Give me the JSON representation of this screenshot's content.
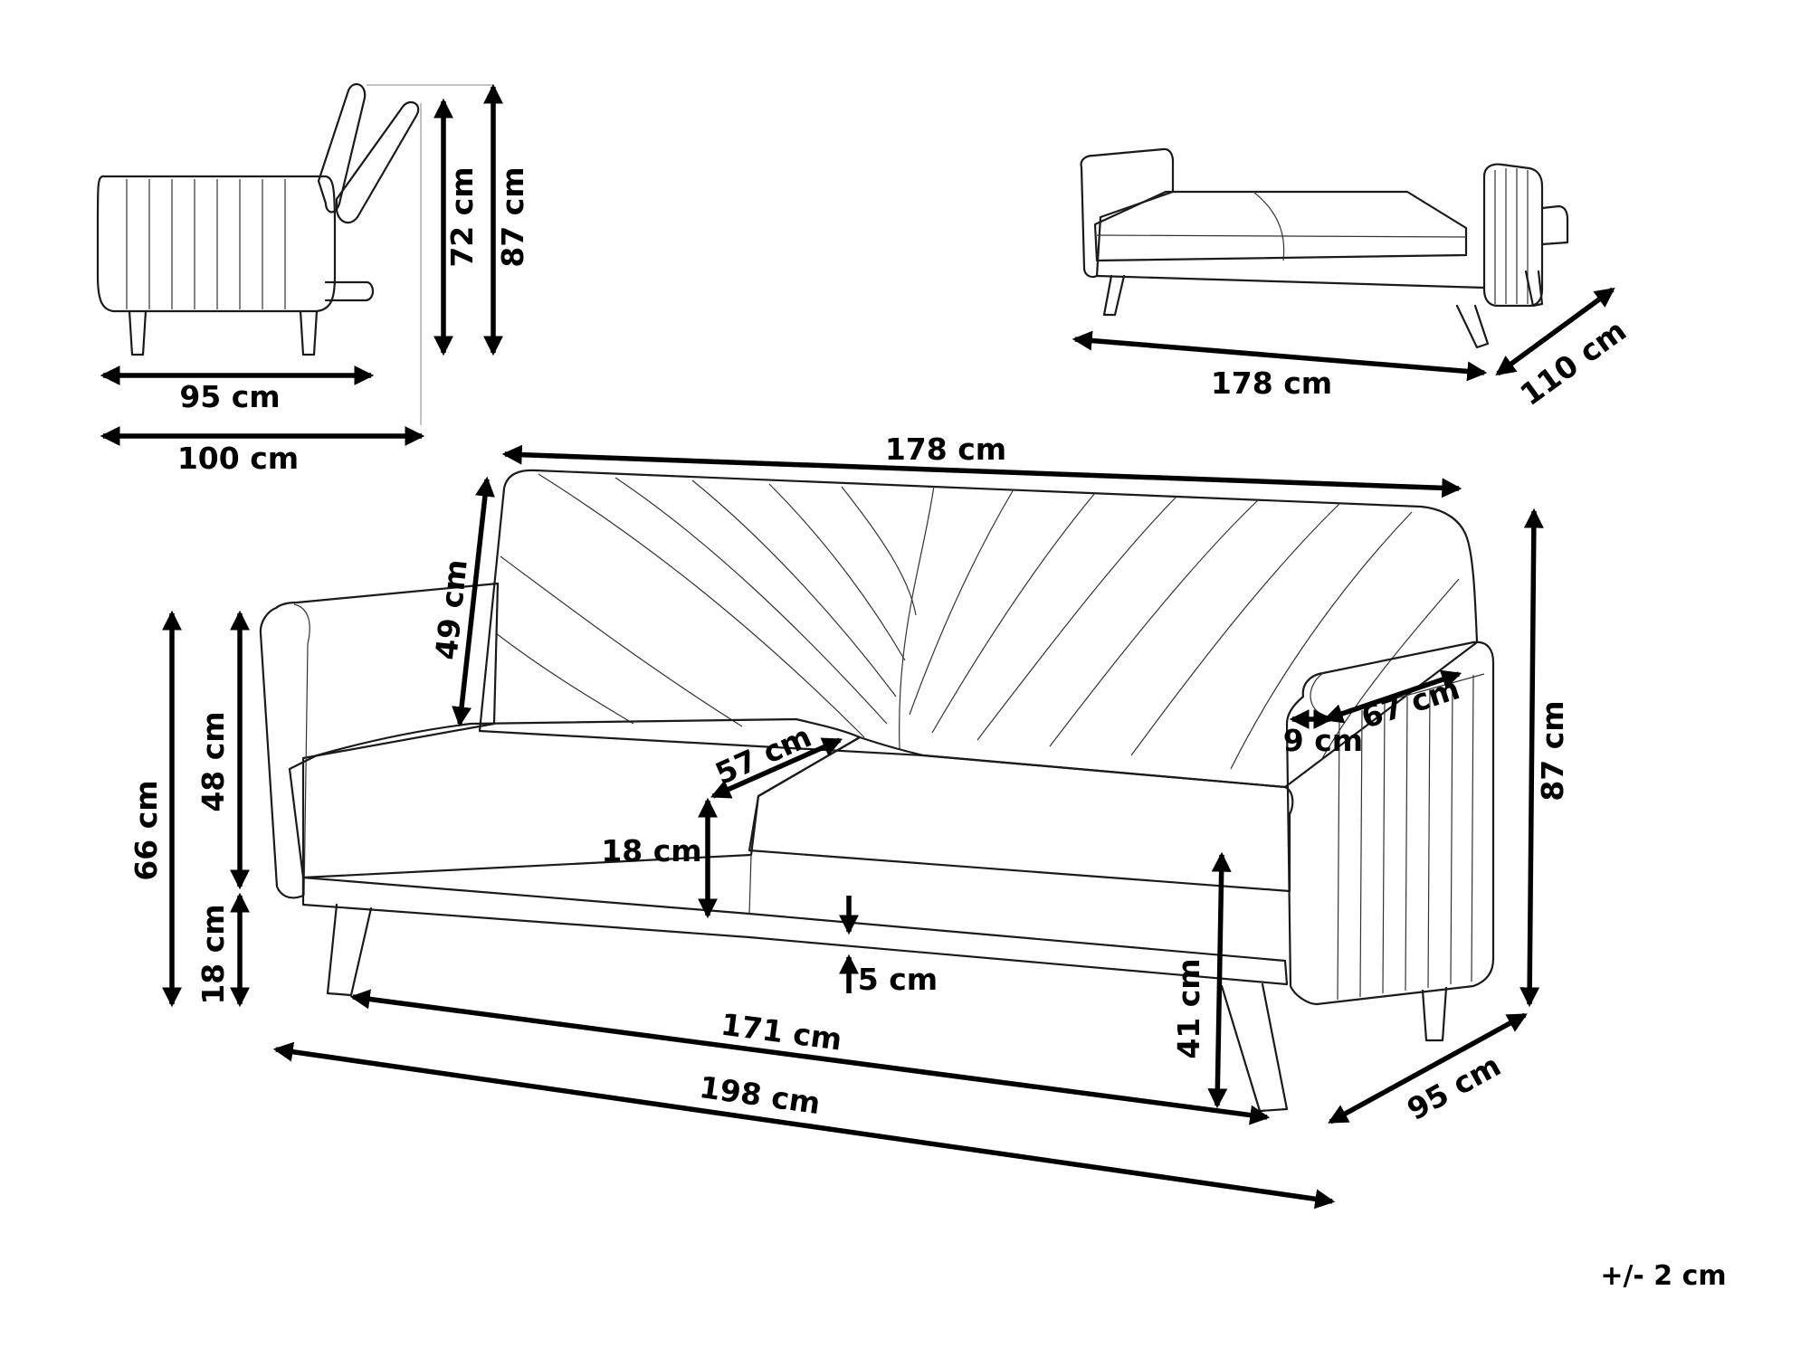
{
  "colors": {
    "line": "#1a1a1a",
    "dimension": "#000000",
    "background": "#ffffff"
  },
  "side_view": {
    "depth_label": "95 cm",
    "depth_reclined_label": "100 cm",
    "seat_back_height_label": "72 cm",
    "total_height_label": "87 cm"
  },
  "bed_view": {
    "length_label": "178 cm",
    "depth_label": "110 cm"
  },
  "main_view": {
    "back_width_label": "178 cm",
    "backrest_height_label": "49 cm",
    "armrest_height_label": "66 cm",
    "seat_height_from_arm_label": "48 cm",
    "leg_height_label": "18 cm",
    "seat_depth_label": "57 cm",
    "cushion_thickness_label": "18 cm",
    "clearance_label": "5 cm",
    "seat_height_label": "41 cm",
    "inner_width_label": "171 cm",
    "total_width_label": "198 cm",
    "depth_label": "95 cm",
    "total_height_label": "87 cm",
    "armrest_width_label": "9 cm",
    "armrest_length_label": "67 cm"
  },
  "tolerance_label": "+/- 2 cm"
}
